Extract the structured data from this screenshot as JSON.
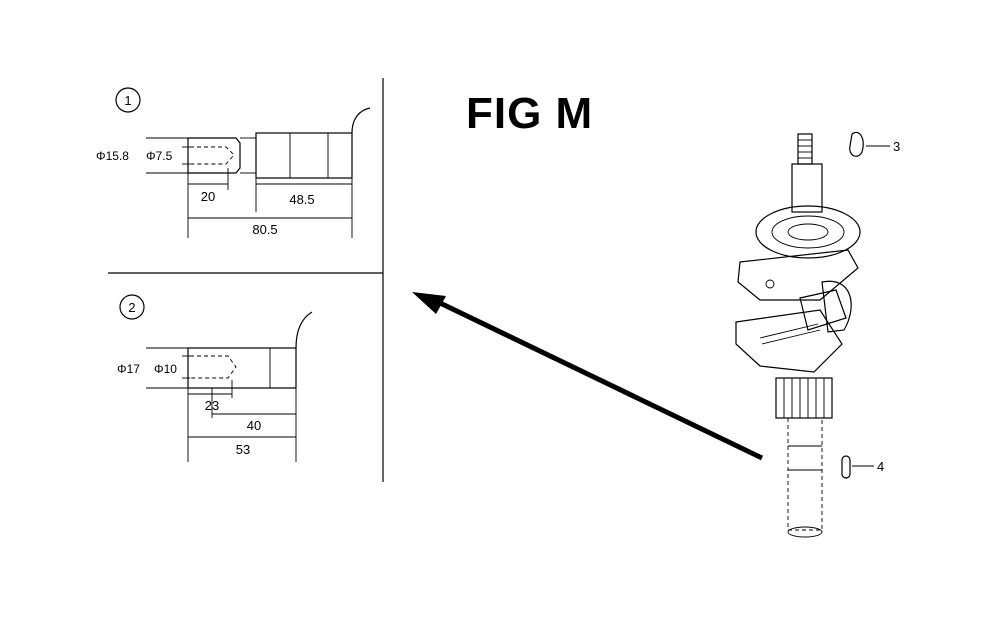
{
  "figure": {
    "title": "FIG M",
    "detail_1": {
      "number": "1",
      "outer_diameter": "Φ15.8",
      "inner_diameter": "Φ7.5",
      "dim_20": "20",
      "dim_48_5": "48.5",
      "dim_80_5": "80.5"
    },
    "detail_2": {
      "number": "2",
      "outer_diameter": "Φ17",
      "inner_diameter": "Φ10",
      "dim_23": "23",
      "dim_40": "40",
      "dim_53": "53"
    },
    "callouts": {
      "part_3": "3",
      "part_4": "4"
    }
  }
}
